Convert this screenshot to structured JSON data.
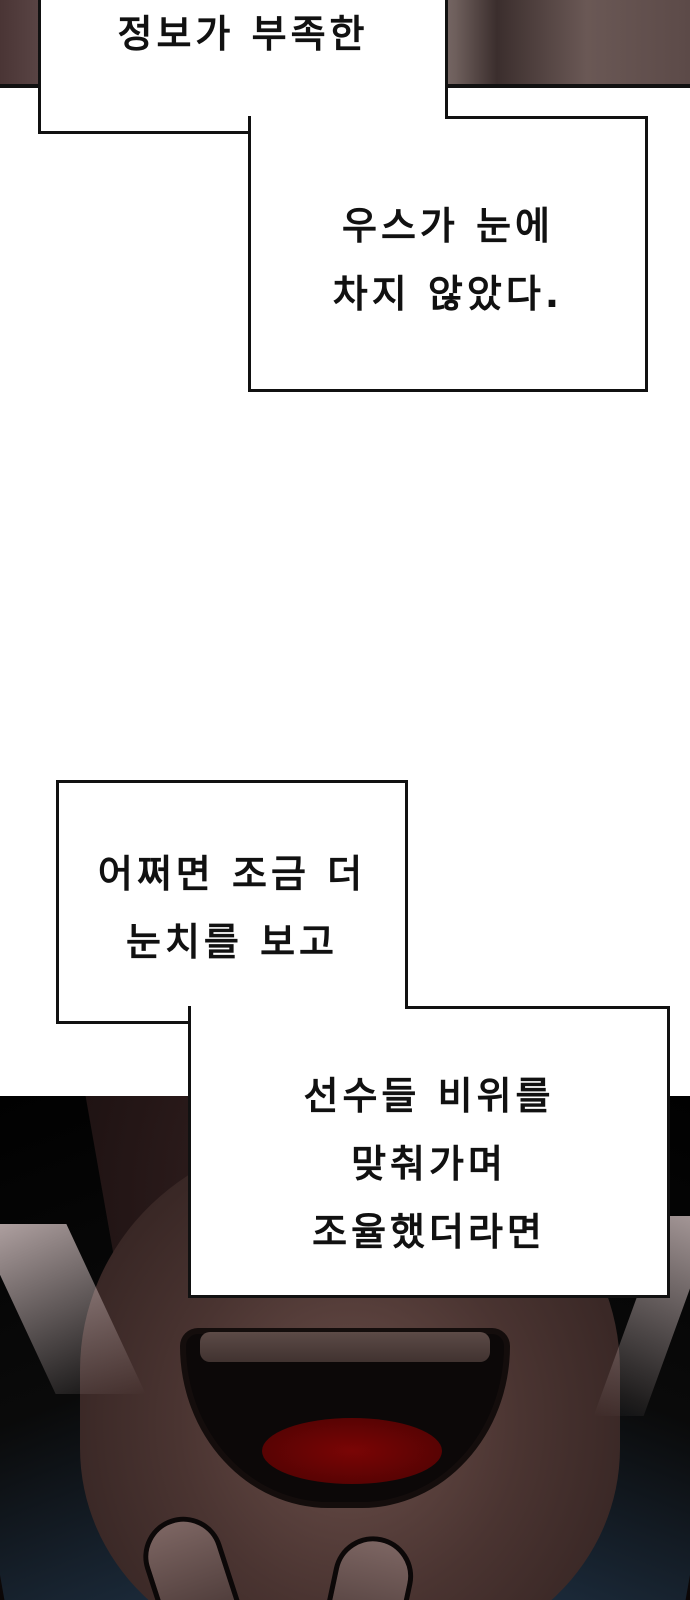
{
  "captions": [
    {
      "lines": [
        "정보가 부족한"
      ]
    },
    {
      "lines": [
        "우스가 눈에",
        "차지 않았다."
      ]
    },
    {
      "lines": [
        "어쩌면 조금 더",
        "눈치를 보고"
      ]
    },
    {
      "lines": [
        "선수들 비위를",
        "맞춰가며",
        "조율했더라면"
      ]
    }
  ]
}
